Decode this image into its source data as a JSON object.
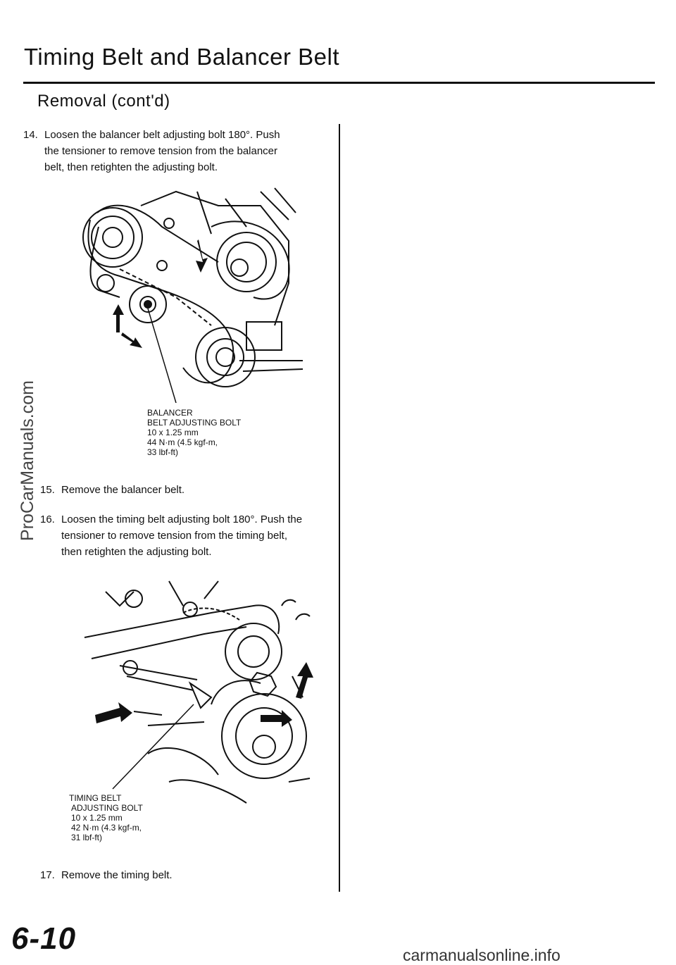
{
  "header": {
    "title": "Timing Belt and Balancer Belt",
    "section": "Removal (cont'd)"
  },
  "steps": [
    {
      "number": "14.",
      "lines": [
        "Loosen the balancer belt adjusting bolt 180°. Push",
        "the tensioner to remove tension from the balancer",
        "belt, then retighten the adjusting bolt."
      ]
    },
    {
      "number": "15.",
      "lines": [
        "Remove the balancer belt."
      ]
    },
    {
      "number": "16.",
      "lines": [
        "Loosen the timing belt adjusting bolt 180°. Push the",
        "tensioner to remove tension from the timing belt,",
        "then retighten the adjusting bolt."
      ]
    },
    {
      "number": "17.",
      "lines": [
        "Remove the timing belt."
      ]
    }
  ],
  "figures": {
    "balancer": {
      "caption": [
        "BALANCER",
        "BELT ADJUSTING BOLT",
        "10 x 1.25 mm",
        "44 N·m (4.5 kgf-m,",
        "33 lbf-ft)"
      ]
    },
    "timing": {
      "caption": [
        "TIMING BELT",
        "ADJUSTING BOLT",
        "10 x 1.25 mm",
        "42 N·m (4.3 kgf-m,",
        "31 lbf-ft)"
      ]
    }
  },
  "footer": {
    "page_number": "6-10",
    "watermark_side": "ProCarManuals.com",
    "watermark_bottom": "carmanualsonline.info"
  }
}
